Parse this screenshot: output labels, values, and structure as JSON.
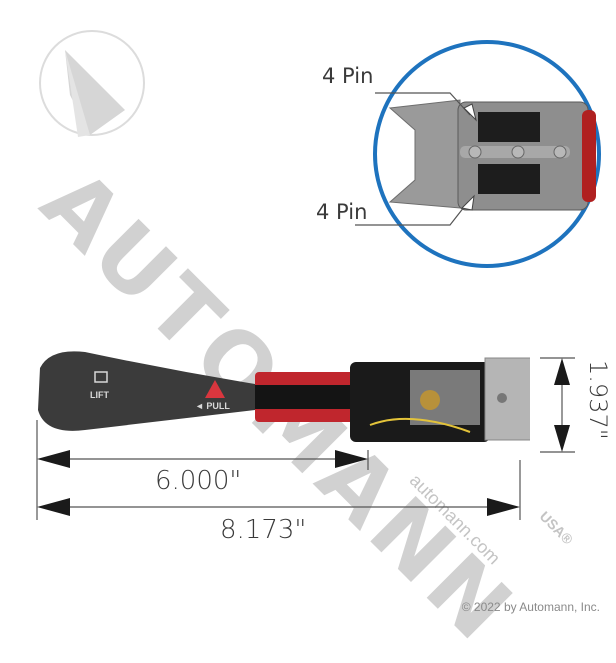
{
  "watermark": {
    "brand": "AUTOMANN",
    "url": "automann.com",
    "suffix": "USA®"
  },
  "callout": {
    "label_top": "4 Pin",
    "label_bottom": "4 Pin",
    "circle_color": "#1e73be"
  },
  "product": {
    "knob_label_left": "LIFT",
    "knob_label_right": "◄ PULL",
    "knob_color": "#3b3b3b",
    "lever_color": "#c0262d",
    "hazard_color": "#d9363e"
  },
  "dimensions": {
    "height": "1.937\"",
    "partial_length": "6.000\"",
    "total_length": "8.173\""
  },
  "footer": {
    "copyright": "© 2022 by Automann, Inc."
  }
}
